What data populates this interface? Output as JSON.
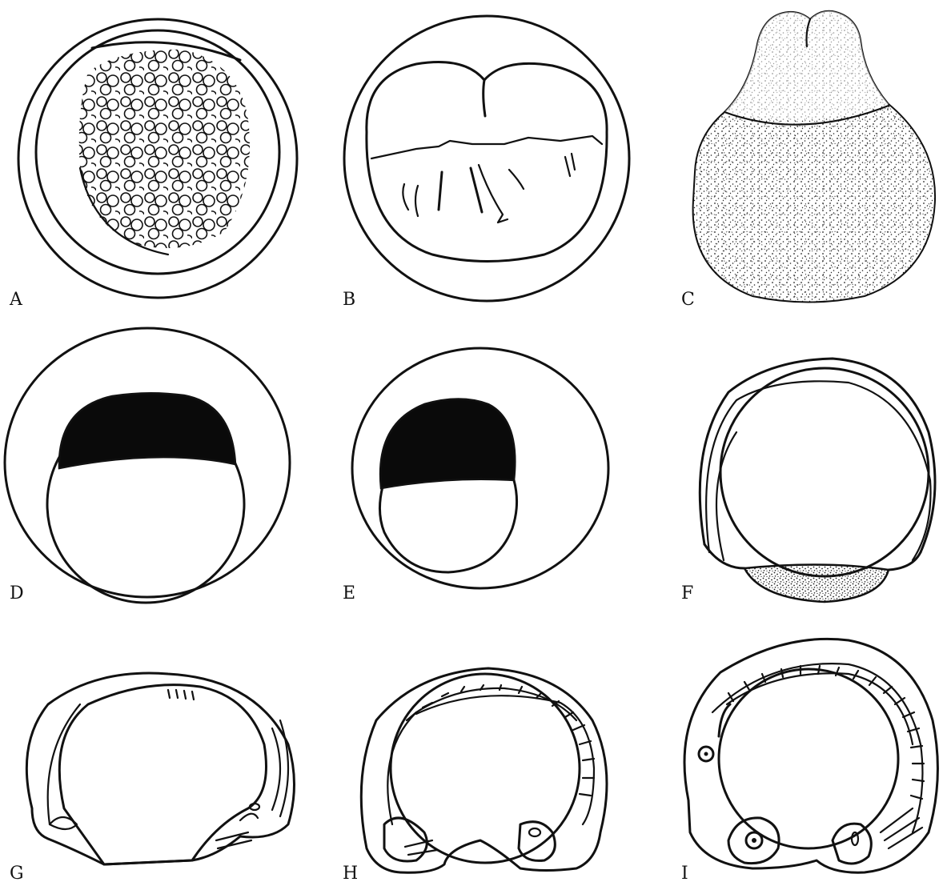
{
  "figure": {
    "panels": [
      {
        "id": "A",
        "label": "A"
      },
      {
        "id": "B",
        "label": "B"
      },
      {
        "id": "C",
        "label": "C"
      },
      {
        "id": "D",
        "label": "D"
      },
      {
        "id": "E",
        "label": "E"
      },
      {
        "id": "F",
        "label": "F"
      },
      {
        "id": "G",
        "label": "G"
      },
      {
        "id": "H",
        "label": "H"
      },
      {
        "id": "I",
        "label": "I"
      }
    ]
  }
}
